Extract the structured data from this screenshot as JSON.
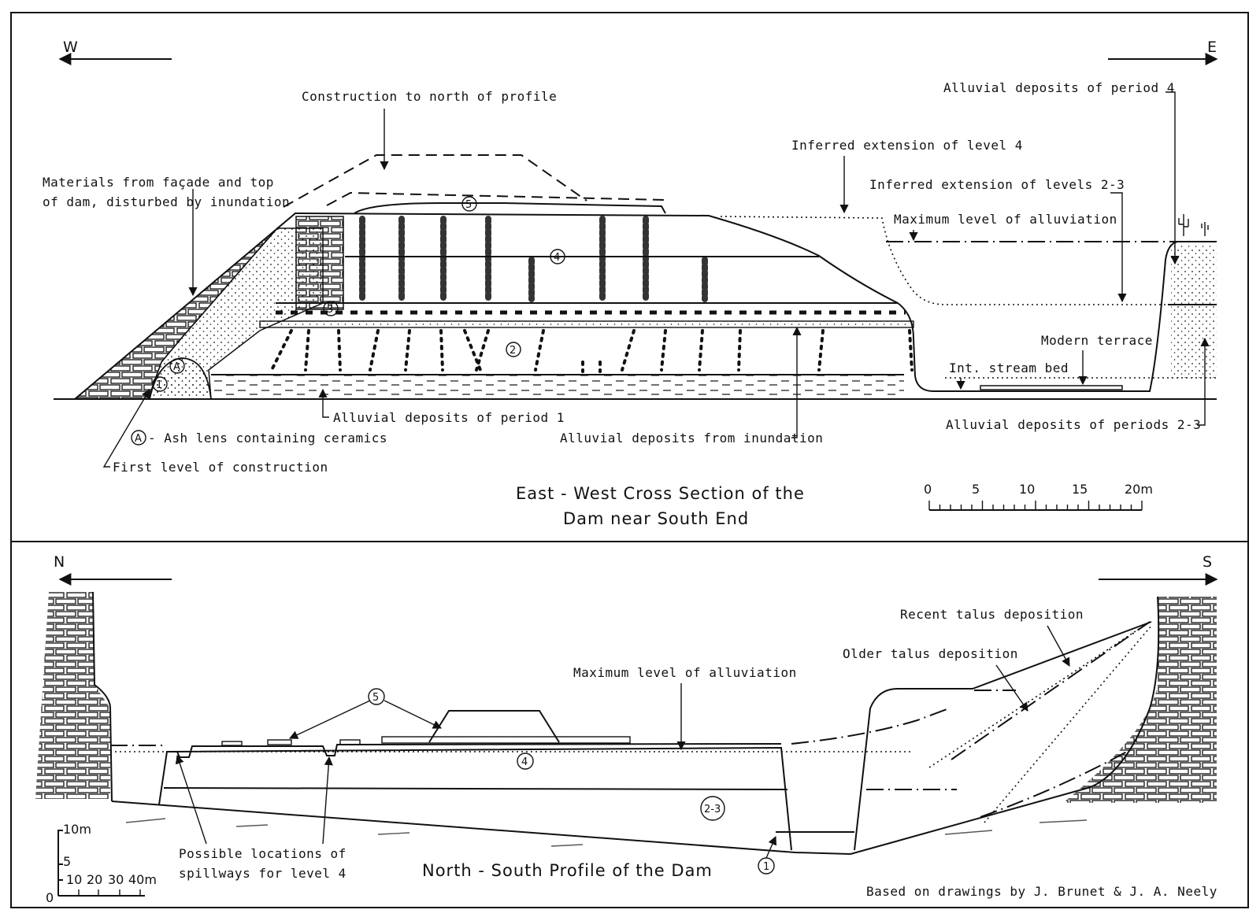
{
  "top": {
    "dir_west": "W",
    "dir_east": "E",
    "title_line1": "East - West Cross Section of the",
    "title_line2": "Dam near South End",
    "labels": {
      "construction_north": "Construction to north of profile",
      "materials_line1": "Materials from façade and top",
      "materials_line2": "of dam, disturbed by inundation",
      "inferred_level4": "Inferred extension of level 4",
      "inferred_levels23": "Inferred extension of levels 2-3",
      "max_alluviation": "Maximum level of alluviation",
      "alluvial_period4": "Alluvial deposits of period 4",
      "modern_terrace": "Modern terrace",
      "int_stream_bed": "Int. stream bed",
      "alluvial_period1": "Alluvial deposits of period 1",
      "ash_lens": "- Ash lens containing ceramics",
      "first_level": "First level of construction",
      "alluvial_inundation": "Alluvial deposits from inundation",
      "alluvial_periods23": "Alluvial deposits of periods 2-3"
    },
    "markers": {
      "m1": "1",
      "m2": "2",
      "m3": "3",
      "m4": "4",
      "m5": "5",
      "mA": "A",
      "ashA": "A"
    },
    "scale": {
      "ticks": [
        "0",
        "5",
        "10",
        "15",
        "20m"
      ]
    }
  },
  "bottom": {
    "dir_north": "N",
    "dir_south": "S",
    "title": "North - South Profile of the Dam",
    "labels": {
      "recent_talus": "Recent talus deposition",
      "older_talus": "Older talus deposition",
      "max_alluviation": "Maximum level of alluviation",
      "spillways_line1": "Possible locations of",
      "spillways_line2": "spillways for level 4",
      "credit": "Based on drawings by J. Brunet & J. A. Neely"
    },
    "markers": {
      "m5": "5",
      "m4": "4",
      "m23": "2-3",
      "m1": "1"
    },
    "scale": {
      "v10": "10m",
      "v5": "5",
      "v0": "0",
      "h": [
        "10",
        "20",
        "30",
        "40m"
      ]
    }
  }
}
